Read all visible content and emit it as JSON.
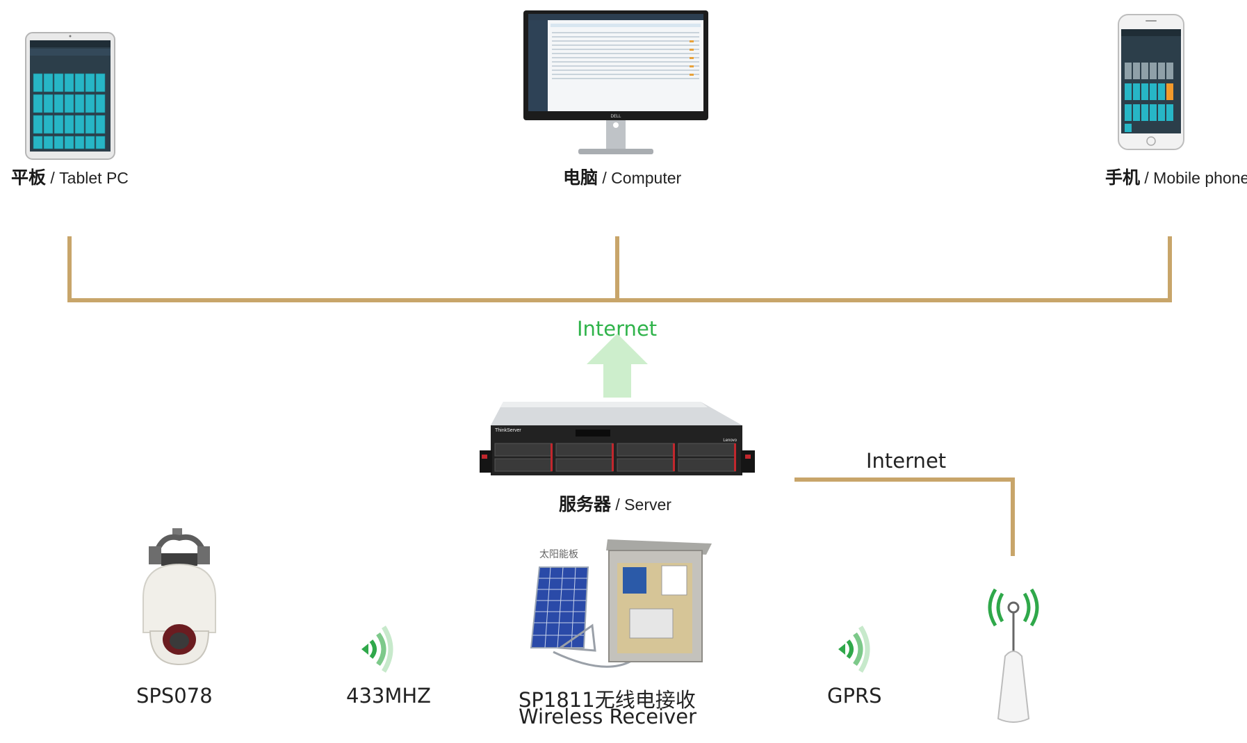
{
  "colors": {
    "connector": "#c8a56a",
    "internet_green": "#2fb34a",
    "arrow_green": "#cdeecc",
    "wifi_green": "#2fa84a",
    "screen_teal": "#27b6c6"
  },
  "devices": {
    "tablet": {
      "cn": "平板",
      "en": " / Tablet PC",
      "icon": "tablet-icon"
    },
    "computer": {
      "cn": "电脑",
      "en": " / Computer",
      "icon": "monitor-icon",
      "brand": "DELL"
    },
    "phone": {
      "cn": "手机",
      "en": " / Mobile phone",
      "icon": "phone-icon"
    }
  },
  "server": {
    "cn": "服务器",
    "en": " / Server",
    "icon": "rack-server-icon",
    "brand_left": "ThinkServer",
    "brand_right": "Lenovo"
  },
  "links": {
    "internet_up": "Internet",
    "internet_right": "Internet"
  },
  "field": {
    "camera": {
      "label": "SPS078",
      "icon": "dome-camera-icon"
    },
    "rf": {
      "label": "433MHZ",
      "icon": "radio-wave-icon"
    },
    "receiver": {
      "line1": "SP1811无线电接收",
      "line2": "Wireless Receiver",
      "solar_caption": "太阳能板",
      "icon": "solar-receiver-cabinet-icon"
    },
    "gprs": {
      "label": "GPRS",
      "icon": "radio-wave-icon"
    },
    "antenna": {
      "icon": "antenna-tower-icon"
    }
  }
}
